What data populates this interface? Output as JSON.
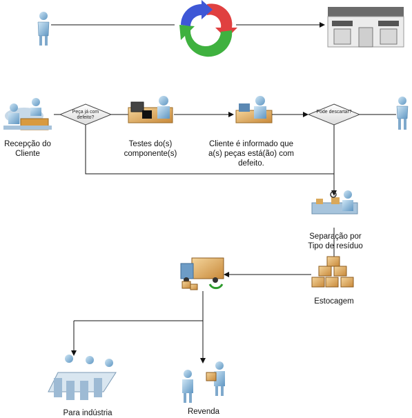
{
  "diagram": {
    "decisions": {
      "defect_check": "Peça já com defeito?",
      "can_discard": "Pode descartar?"
    },
    "steps": {
      "reception": "Recepção do Cliente",
      "testing": "Testes do(s) componente(s)",
      "client_informed": "Cliente é informado que a(s) peças está(ão) com defeito.",
      "separation": "Separação por Tipo de resíduo",
      "storage": "Estocagem",
      "industry": "Para indústria",
      "resale": "Revenda"
    }
  }
}
